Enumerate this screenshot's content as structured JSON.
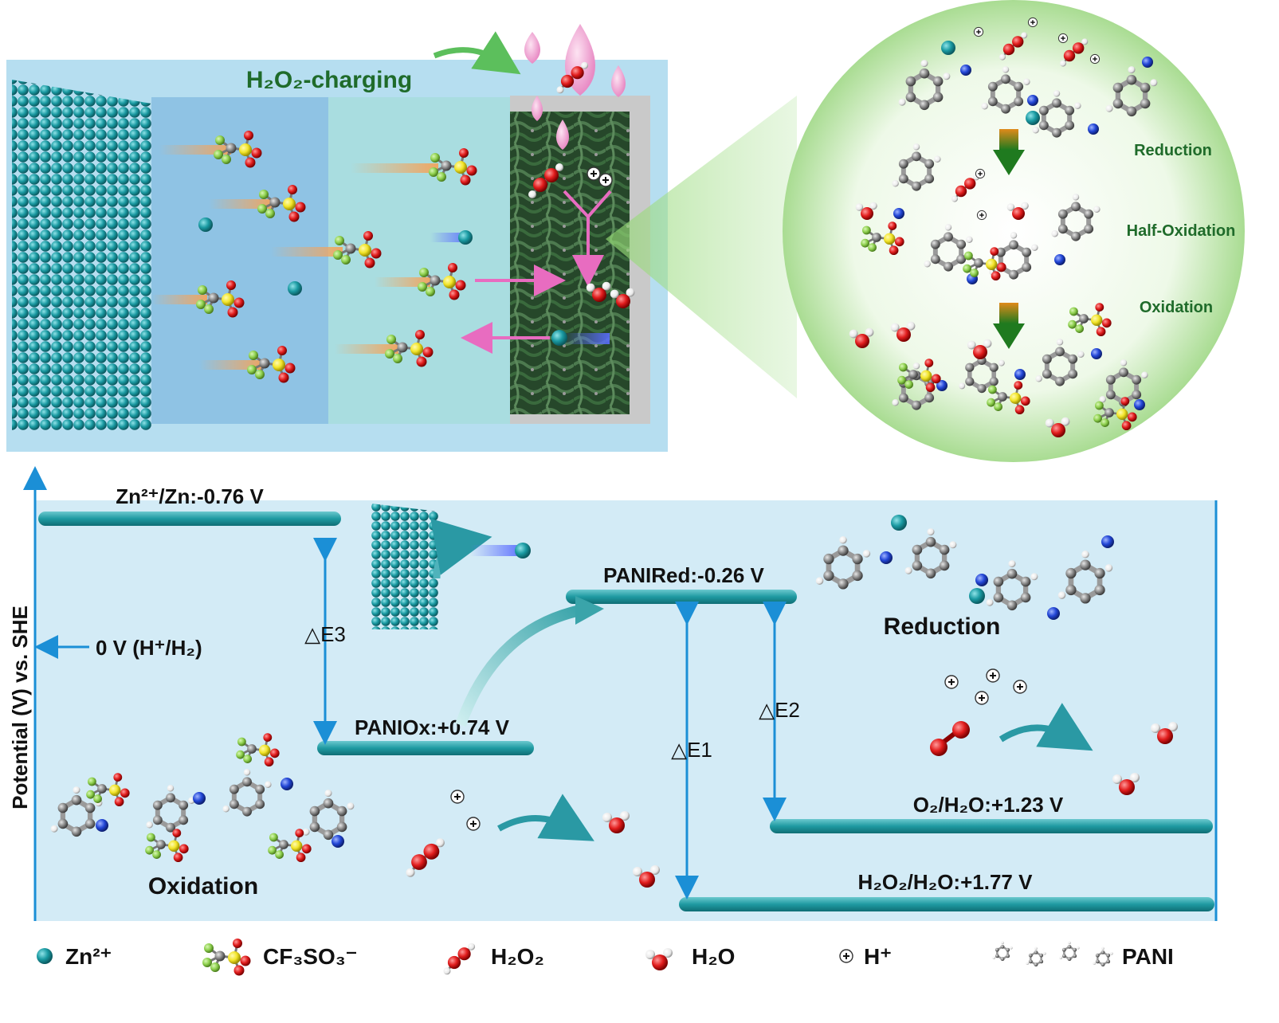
{
  "top_panel": {
    "title": "H₂O₂-charging"
  },
  "zoom": {
    "stage1": "Reduction",
    "stage2": "Half-Oxidation",
    "stage3": "Oxidation"
  },
  "diagram": {
    "y_axis_label": "Potential (V) vs. SHE",
    "zero_label": "0 V (H⁺/H₂)",
    "levels": [
      {
        "label": "Zn²⁺/Zn:-0.76 V",
        "value": -0.76
      },
      {
        "label": "PANIRed:-0.26 V",
        "value": -0.26
      },
      {
        "label": "PANIOx:+0.74 V",
        "value": 0.74
      },
      {
        "label": "O₂/H₂O:+1.23 V",
        "value": 1.23
      },
      {
        "label": "H₂O₂/H₂O:+1.77 V",
        "value": 1.77
      }
    ],
    "delta_e3": "△E3",
    "delta_e1": "△E1",
    "delta_e2": "△E2",
    "reduction_label": "Reduction",
    "oxidation_label": "Oxidation"
  },
  "legend": [
    {
      "icon": "zinc-ion-icon",
      "label": "Zn²⁺"
    },
    {
      "icon": "triflate-icon",
      "label": "CF₃SO₃⁻"
    },
    {
      "icon": "hydrogen-peroxide-icon",
      "label": "H₂O₂"
    },
    {
      "icon": "water-icon",
      "label": "H₂O"
    },
    {
      "icon": "proton-icon",
      "label": "H⁺"
    },
    {
      "icon": "pani-icon",
      "label": "PANI"
    }
  ],
  "colors": {
    "zinc": "#1a9aa2",
    "oxygen": "#e11d1d",
    "sulfur": "#f2e52a",
    "fluorine": "#8fd14f",
    "carbon": "#8a8a8a",
    "nitrogen": "#2246d6",
    "arrow_blue": "#1b8fd6",
    "title_green": "#1f6b2a"
  }
}
